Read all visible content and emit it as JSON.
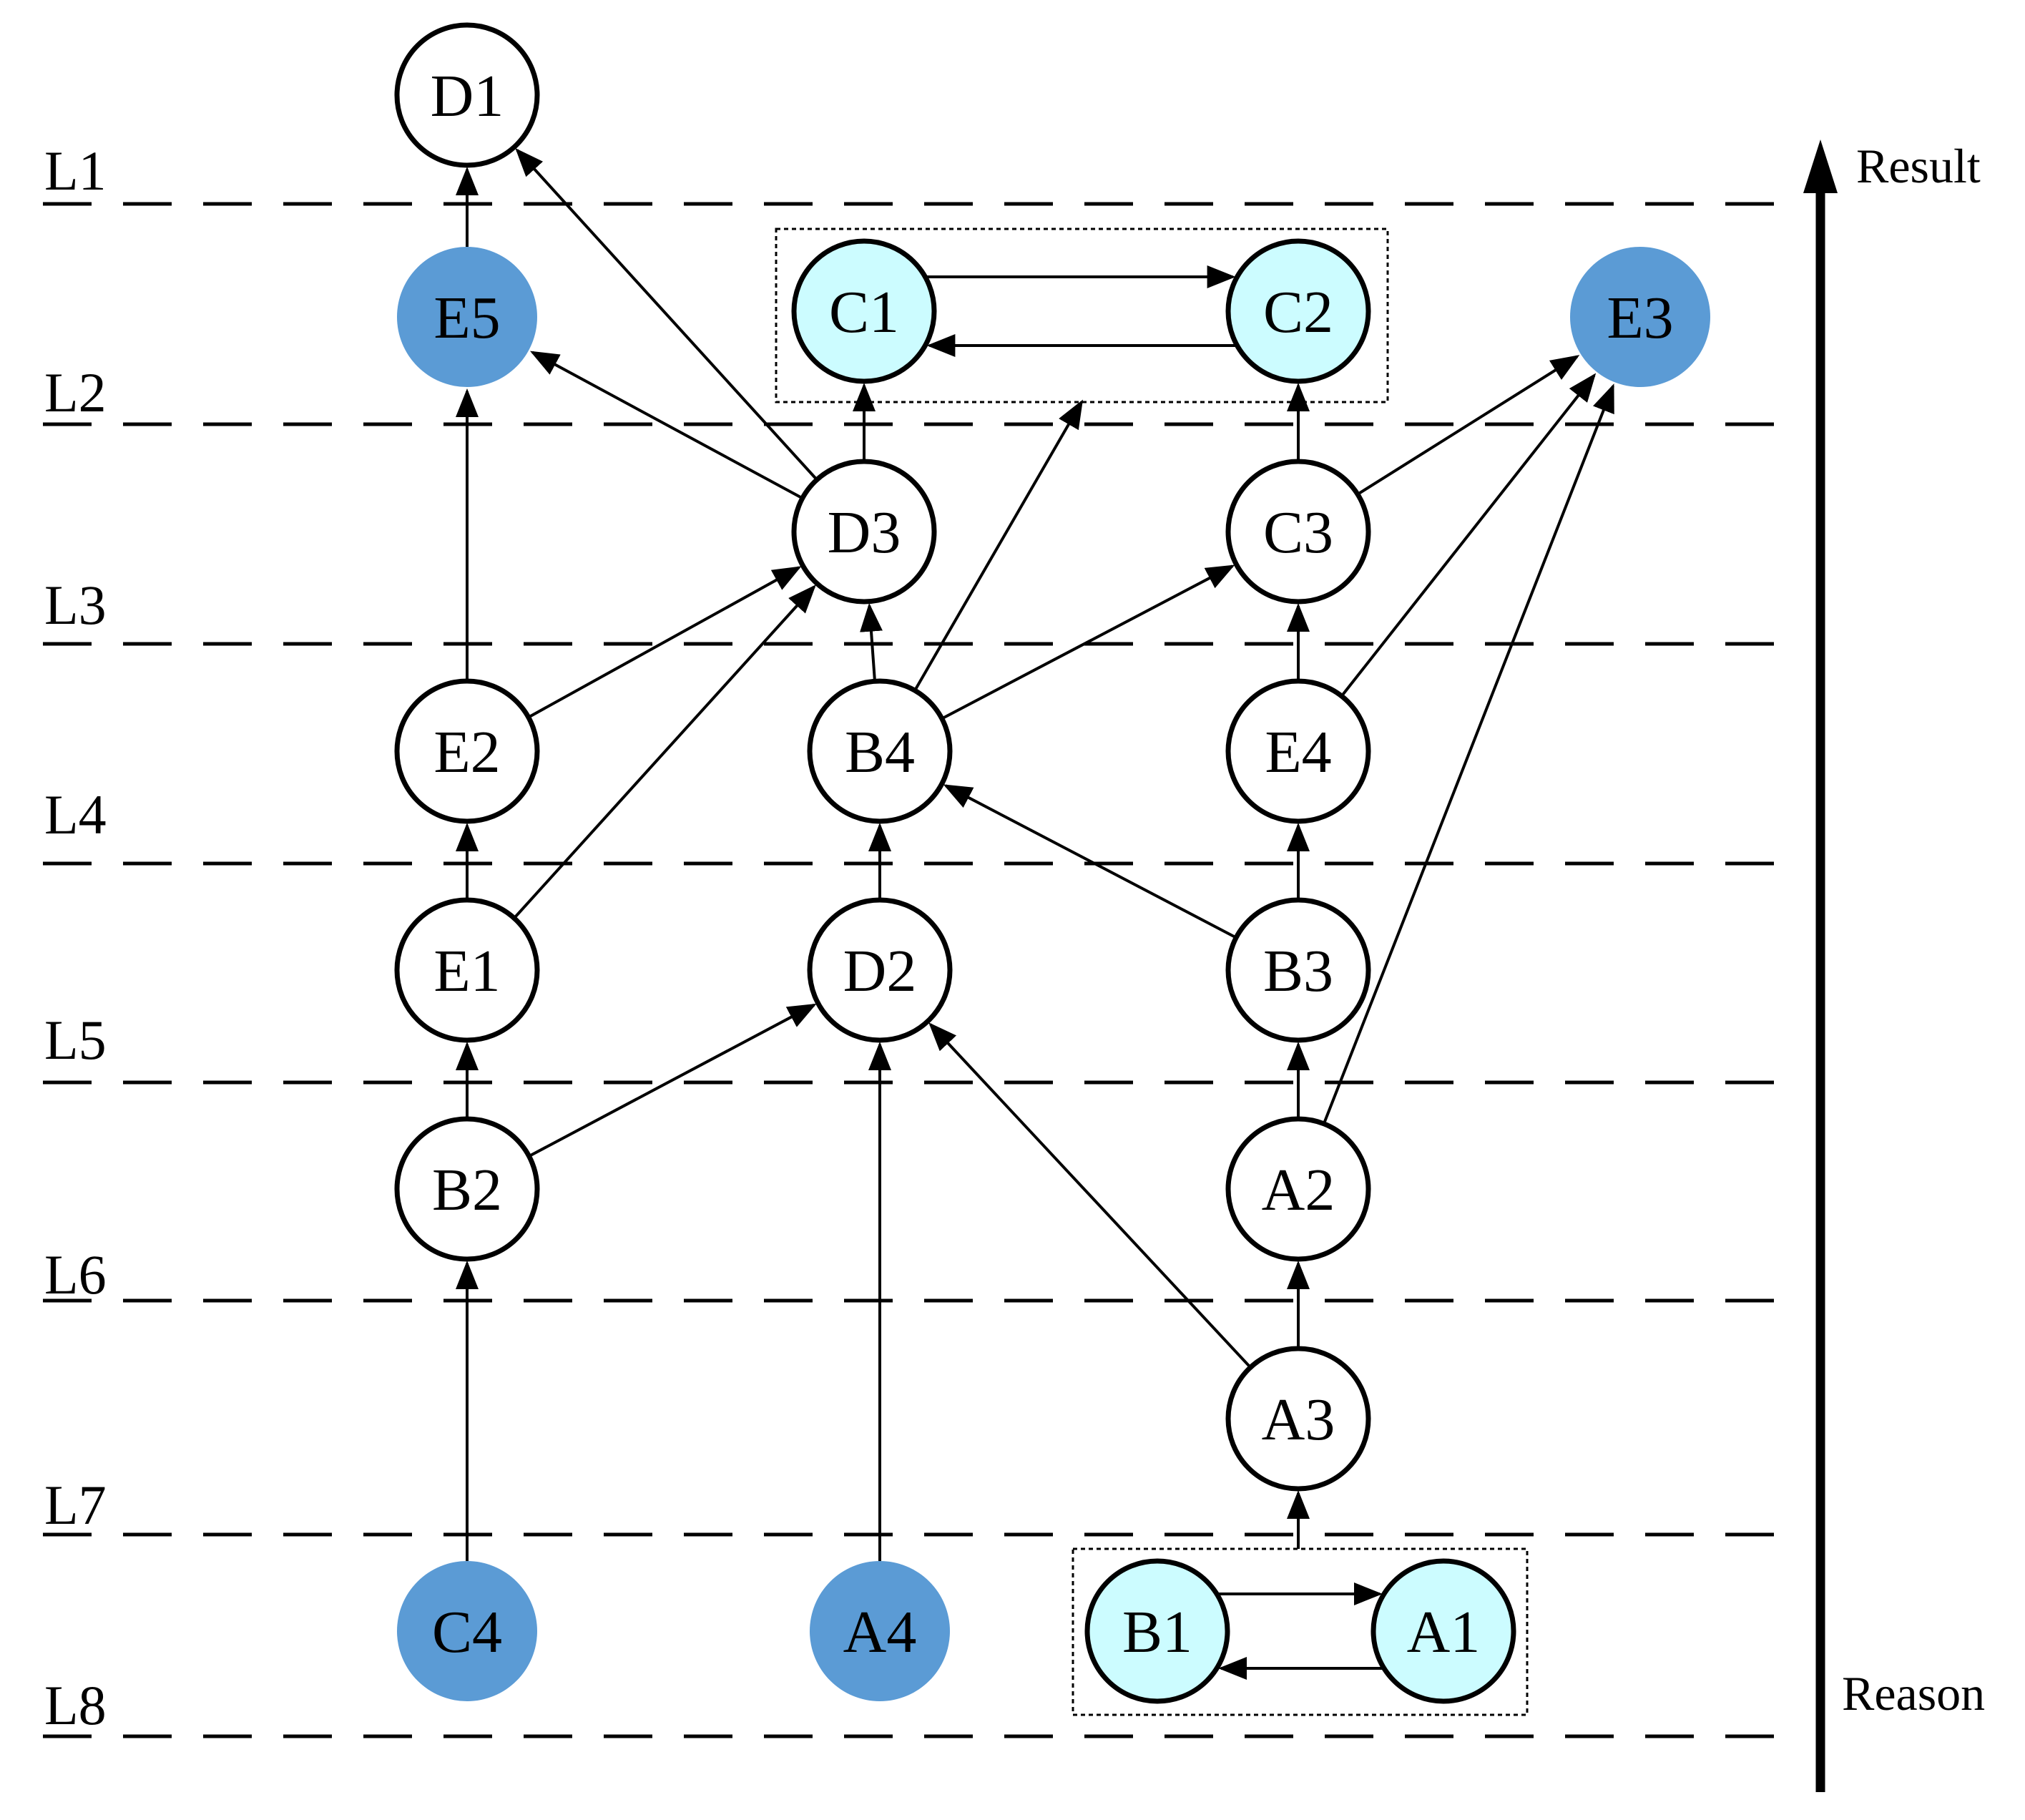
{
  "levels": [
    "L1",
    "L2",
    "L3",
    "L4",
    "L5",
    "L6",
    "L7",
    "L8"
  ],
  "axis": {
    "top_label": "Result",
    "bottom_label": "Reason"
  },
  "colors": {
    "plain_fill": "#ffffff",
    "cycle_fill": "#ccfcff",
    "source_fill": "#5b9bd5",
    "stroke": "#000000"
  },
  "nodes": [
    {
      "id": "D1",
      "kind": "plain"
    },
    {
      "id": "E5",
      "kind": "source"
    },
    {
      "id": "C1",
      "kind": "cycle"
    },
    {
      "id": "C2",
      "kind": "cycle"
    },
    {
      "id": "E3",
      "kind": "source"
    },
    {
      "id": "D3",
      "kind": "plain"
    },
    {
      "id": "C3",
      "kind": "plain"
    },
    {
      "id": "E2",
      "kind": "plain"
    },
    {
      "id": "B4",
      "kind": "plain"
    },
    {
      "id": "E4",
      "kind": "plain"
    },
    {
      "id": "E1",
      "kind": "plain"
    },
    {
      "id": "D2",
      "kind": "plain"
    },
    {
      "id": "B3",
      "kind": "plain"
    },
    {
      "id": "B2",
      "kind": "plain"
    },
    {
      "id": "A2",
      "kind": "plain"
    },
    {
      "id": "A3",
      "kind": "plain"
    },
    {
      "id": "C4",
      "kind": "source"
    },
    {
      "id": "A4",
      "kind": "source"
    },
    {
      "id": "B1",
      "kind": "cycle"
    },
    {
      "id": "A1",
      "kind": "cycle"
    }
  ],
  "edges": [
    {
      "from": "E5",
      "to": "D1"
    },
    {
      "from": "D3",
      "to": "D1"
    },
    {
      "from": "D3",
      "to": "E5"
    },
    {
      "from": "E2",
      "to": "E5"
    },
    {
      "from": "D3",
      "to": "C1"
    },
    {
      "from": "B4",
      "to": "C-cycle"
    },
    {
      "from": "C3",
      "to": "C2"
    },
    {
      "from": "C3",
      "to": "E3"
    },
    {
      "from": "E4",
      "to": "E3"
    },
    {
      "from": "A2",
      "to": "E3"
    },
    {
      "from": "E2",
      "to": "D3"
    },
    {
      "from": "E1",
      "to": "D3"
    },
    {
      "from": "B4",
      "to": "D3"
    },
    {
      "from": "B4",
      "to": "C3"
    },
    {
      "from": "E4",
      "to": "C3"
    },
    {
      "from": "E1",
      "to": "E2"
    },
    {
      "from": "D2",
      "to": "B4"
    },
    {
      "from": "B3",
      "to": "B4"
    },
    {
      "from": "B3",
      "to": "E4"
    },
    {
      "from": "B2",
      "to": "E1"
    },
    {
      "from": "B2",
      "to": "D2"
    },
    {
      "from": "A4",
      "to": "D2"
    },
    {
      "from": "A3",
      "to": "D2"
    },
    {
      "from": "A2",
      "to": "B3"
    },
    {
      "from": "C4",
      "to": "B2"
    },
    {
      "from": "A3",
      "to": "A2"
    },
    {
      "from": "B1-cycle",
      "to": "A3"
    },
    {
      "from": "C1",
      "to": "C2"
    },
    {
      "from": "C2",
      "to": "C1"
    },
    {
      "from": "B1",
      "to": "A1"
    },
    {
      "from": "A1",
      "to": "B1"
    }
  ]
}
